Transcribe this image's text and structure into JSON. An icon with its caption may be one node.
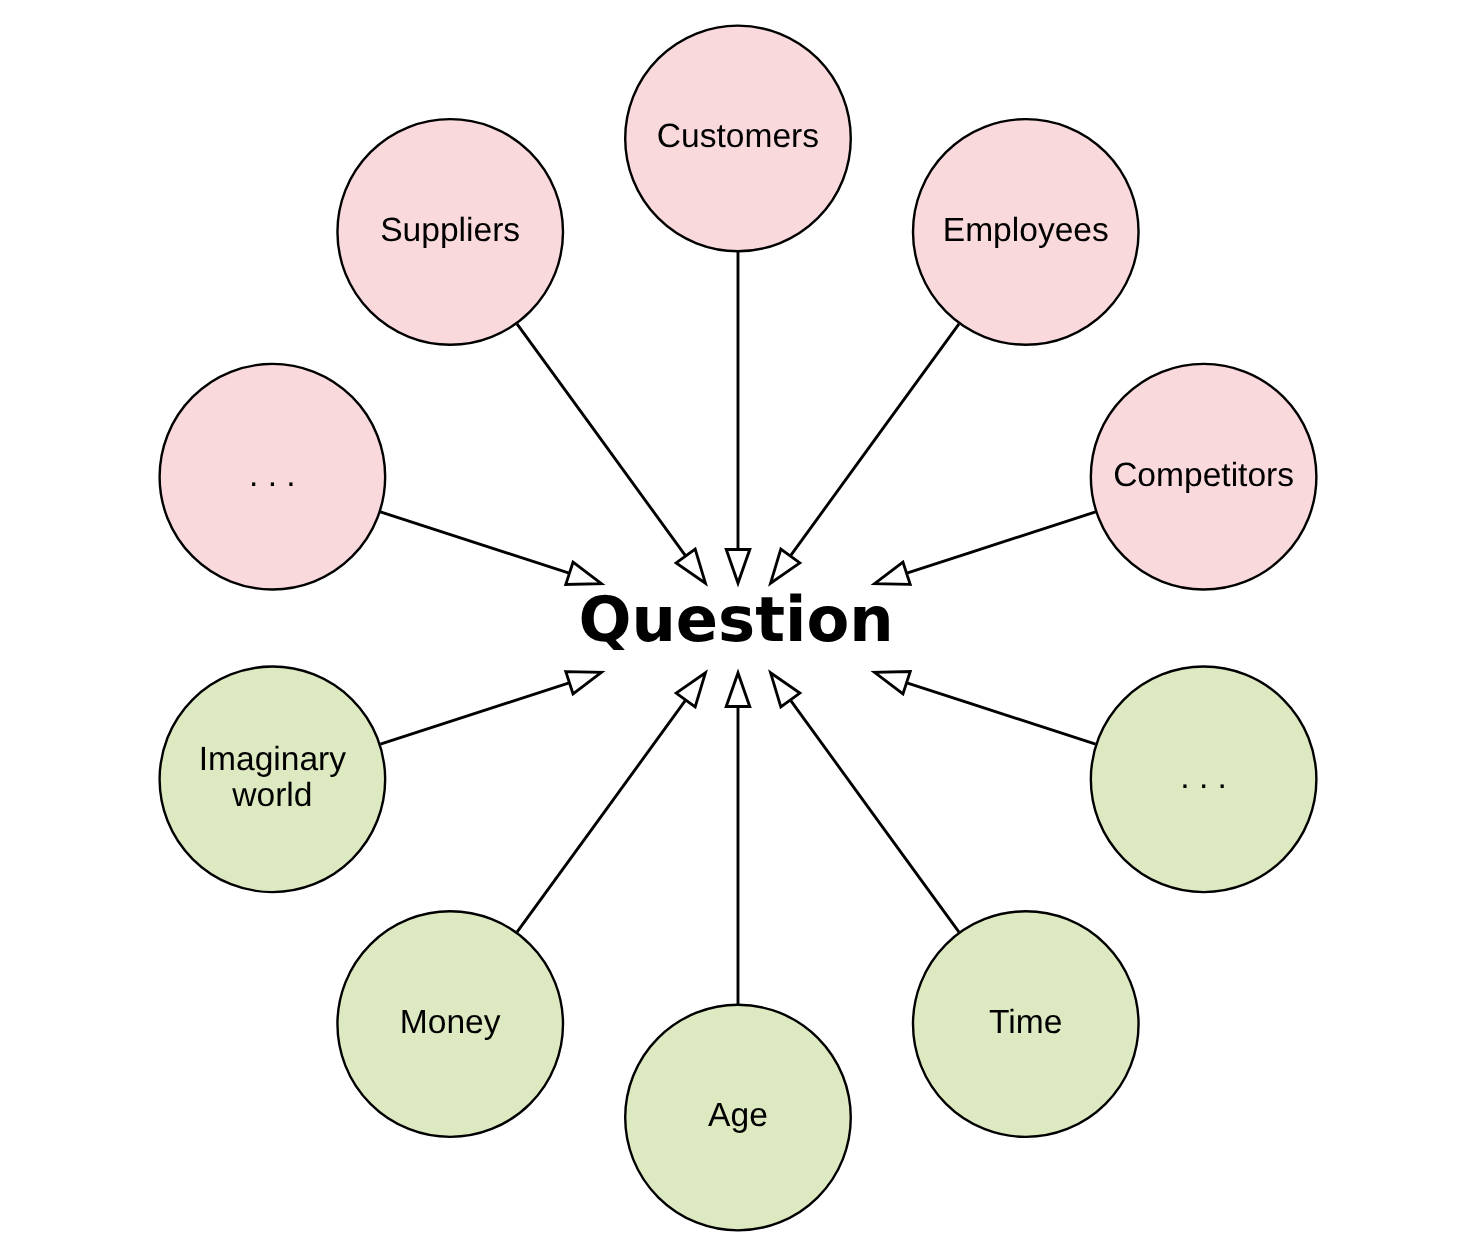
{
  "diagram": {
    "nodes": [
      {
        "text": [
          "Question"
        ]
      },
      {
        "text": [
          "Competitors"
        ]
      },
      {
        "text": [
          "Employees"
        ]
      },
      {
        "text": [
          "Customers"
        ]
      },
      {
        "text": [
          "Suppliers"
        ]
      },
      {
        "text": [
          ". . ."
        ]
      },
      {
        "text": [
          "Imaginary world"
        ]
      },
      {
        "text": [
          "Money"
        ]
      },
      {
        "text": [
          "Age"
        ]
      },
      {
        "text": [
          "Time"
        ]
      },
      {
        "text": [
          ". . ."
        ]
      }
    ],
    "edges": [
      {
        "from": 1,
        "to": 0,
        "arrow": "to"
      },
      {
        "from": 2,
        "to": 0,
        "arrow": "to"
      },
      {
        "from": 3,
        "to": 0,
        "arrow": "to"
      },
      {
        "from": 4,
        "to": 0,
        "arrow": "to"
      },
      {
        "from": 5,
        "to": 0,
        "arrow": "to"
      },
      {
        "from": 6,
        "to": 0,
        "arrow": "to"
      },
      {
        "from": 7,
        "to": 0,
        "arrow": "to"
      },
      {
        "from": 8,
        "to": 0,
        "arrow": "to"
      },
      {
        "from": 9,
        "to": 0,
        "arrow": "to"
      },
      {
        "from": 10,
        "to": 0,
        "arrow": "to"
      }
    ]
  }
}
